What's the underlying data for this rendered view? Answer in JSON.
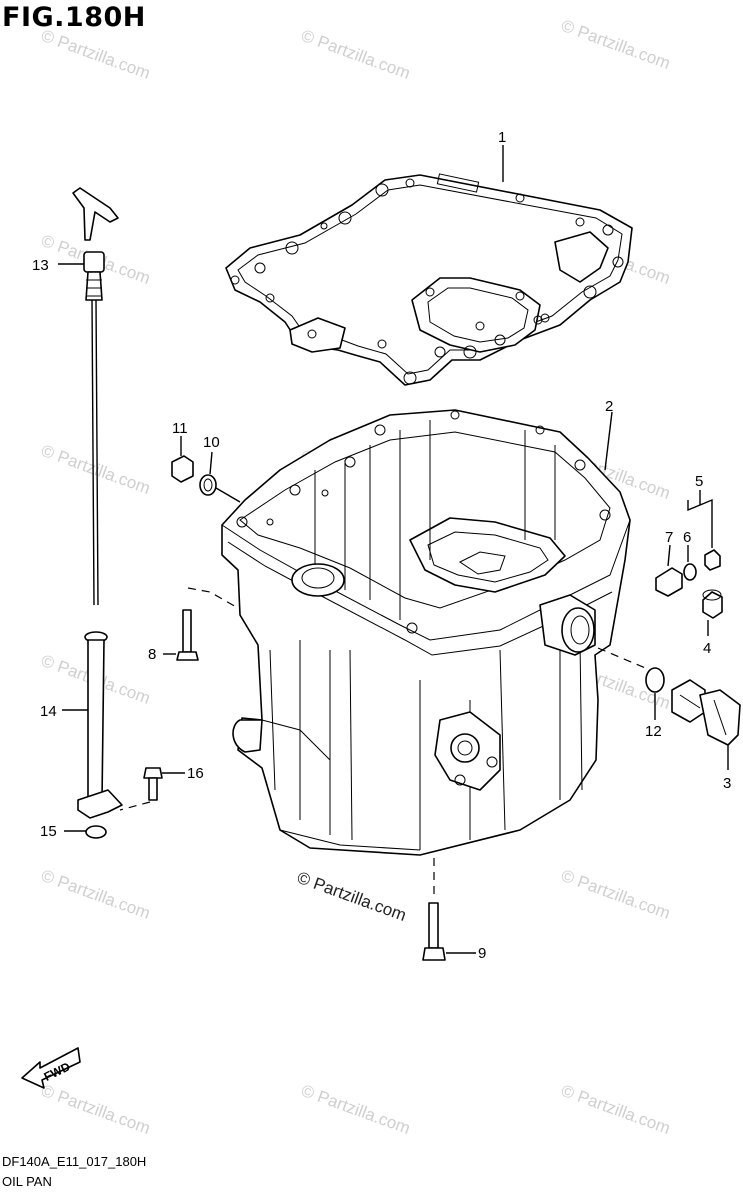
{
  "figure": {
    "title": "FIG.180H",
    "code": "DF140A_E11_017_180H",
    "name": "OIL PAN",
    "fwd_label": "FWD"
  },
  "watermark": {
    "text": "© Partzilla.com",
    "color": "#cfcfcf"
  },
  "callouts": [
    "1",
    "2",
    "3",
    "4",
    "5",
    "6",
    "7",
    "8",
    "9",
    "10",
    "11",
    "12",
    "13",
    "14",
    "15",
    "16"
  ]
}
